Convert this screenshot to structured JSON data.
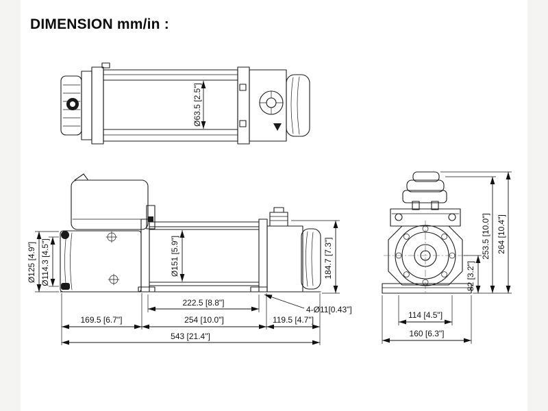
{
  "title": "DIMENSION mm/in :",
  "colors": {
    "ink": "#1a1a1a",
    "background": "#ffffff"
  },
  "dims": {
    "top_drum_dia": "Ø63.5 [2.5\"]",
    "front_motor_dia": "Ø125 [4.9\"]",
    "front_flange_dia": "Ø114.3 [4.5\"]",
    "front_drum_dia": "Ø151 [5.9\"]",
    "front_height": "184.7 [7.3\"]",
    "front_mount_holes": "4-Ø11[0.43\"]",
    "front_foot_span": "222.5 [8.8\"]",
    "front_motor_len": "169.5 [6.7\"]",
    "front_drum_len": "254 [10.0\"]",
    "front_gear_len": "119.5 [4.7\"]",
    "front_overall_len": "543 [21.4\"]",
    "side_height_lever": "253.5 [10.0\"]",
    "side_overall_height": "264 [10.4\"]",
    "side_center_height": "82 [3.2\"]",
    "side_hole_span": "114 [4.5\"]",
    "side_overall_width": "160 [6.3\"]"
  }
}
